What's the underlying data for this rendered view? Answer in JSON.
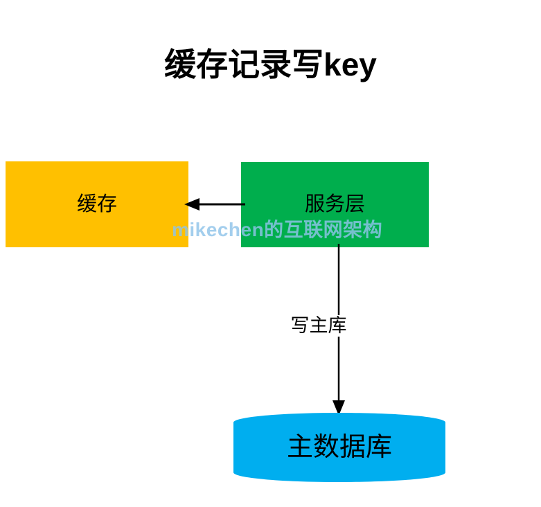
{
  "diagram": {
    "title": "缓存记录写key",
    "watermark": "mikechen的互联网架构",
    "background_color": "#ffffff",
    "nodes": [
      {
        "id": "cache",
        "label": "缓存",
        "shape": "rectangle",
        "fill_color": "#FFC000",
        "text_color": "#000000"
      },
      {
        "id": "service",
        "label": "服务层",
        "shape": "rectangle",
        "fill_color": "#00AE4D",
        "text_color": "#000000"
      },
      {
        "id": "database",
        "label": "主数据库",
        "shape": "cylinder",
        "fill_color": "#00AEEF",
        "text_color": "#000000"
      }
    ],
    "edges": [
      {
        "id": "service-to-cache",
        "from": "service",
        "to": "cache",
        "label": "",
        "direction": "left",
        "color": "#000000"
      },
      {
        "id": "service-to-database",
        "from": "service",
        "to": "database",
        "label": "写主库",
        "direction": "down",
        "color": "#000000"
      }
    ]
  }
}
